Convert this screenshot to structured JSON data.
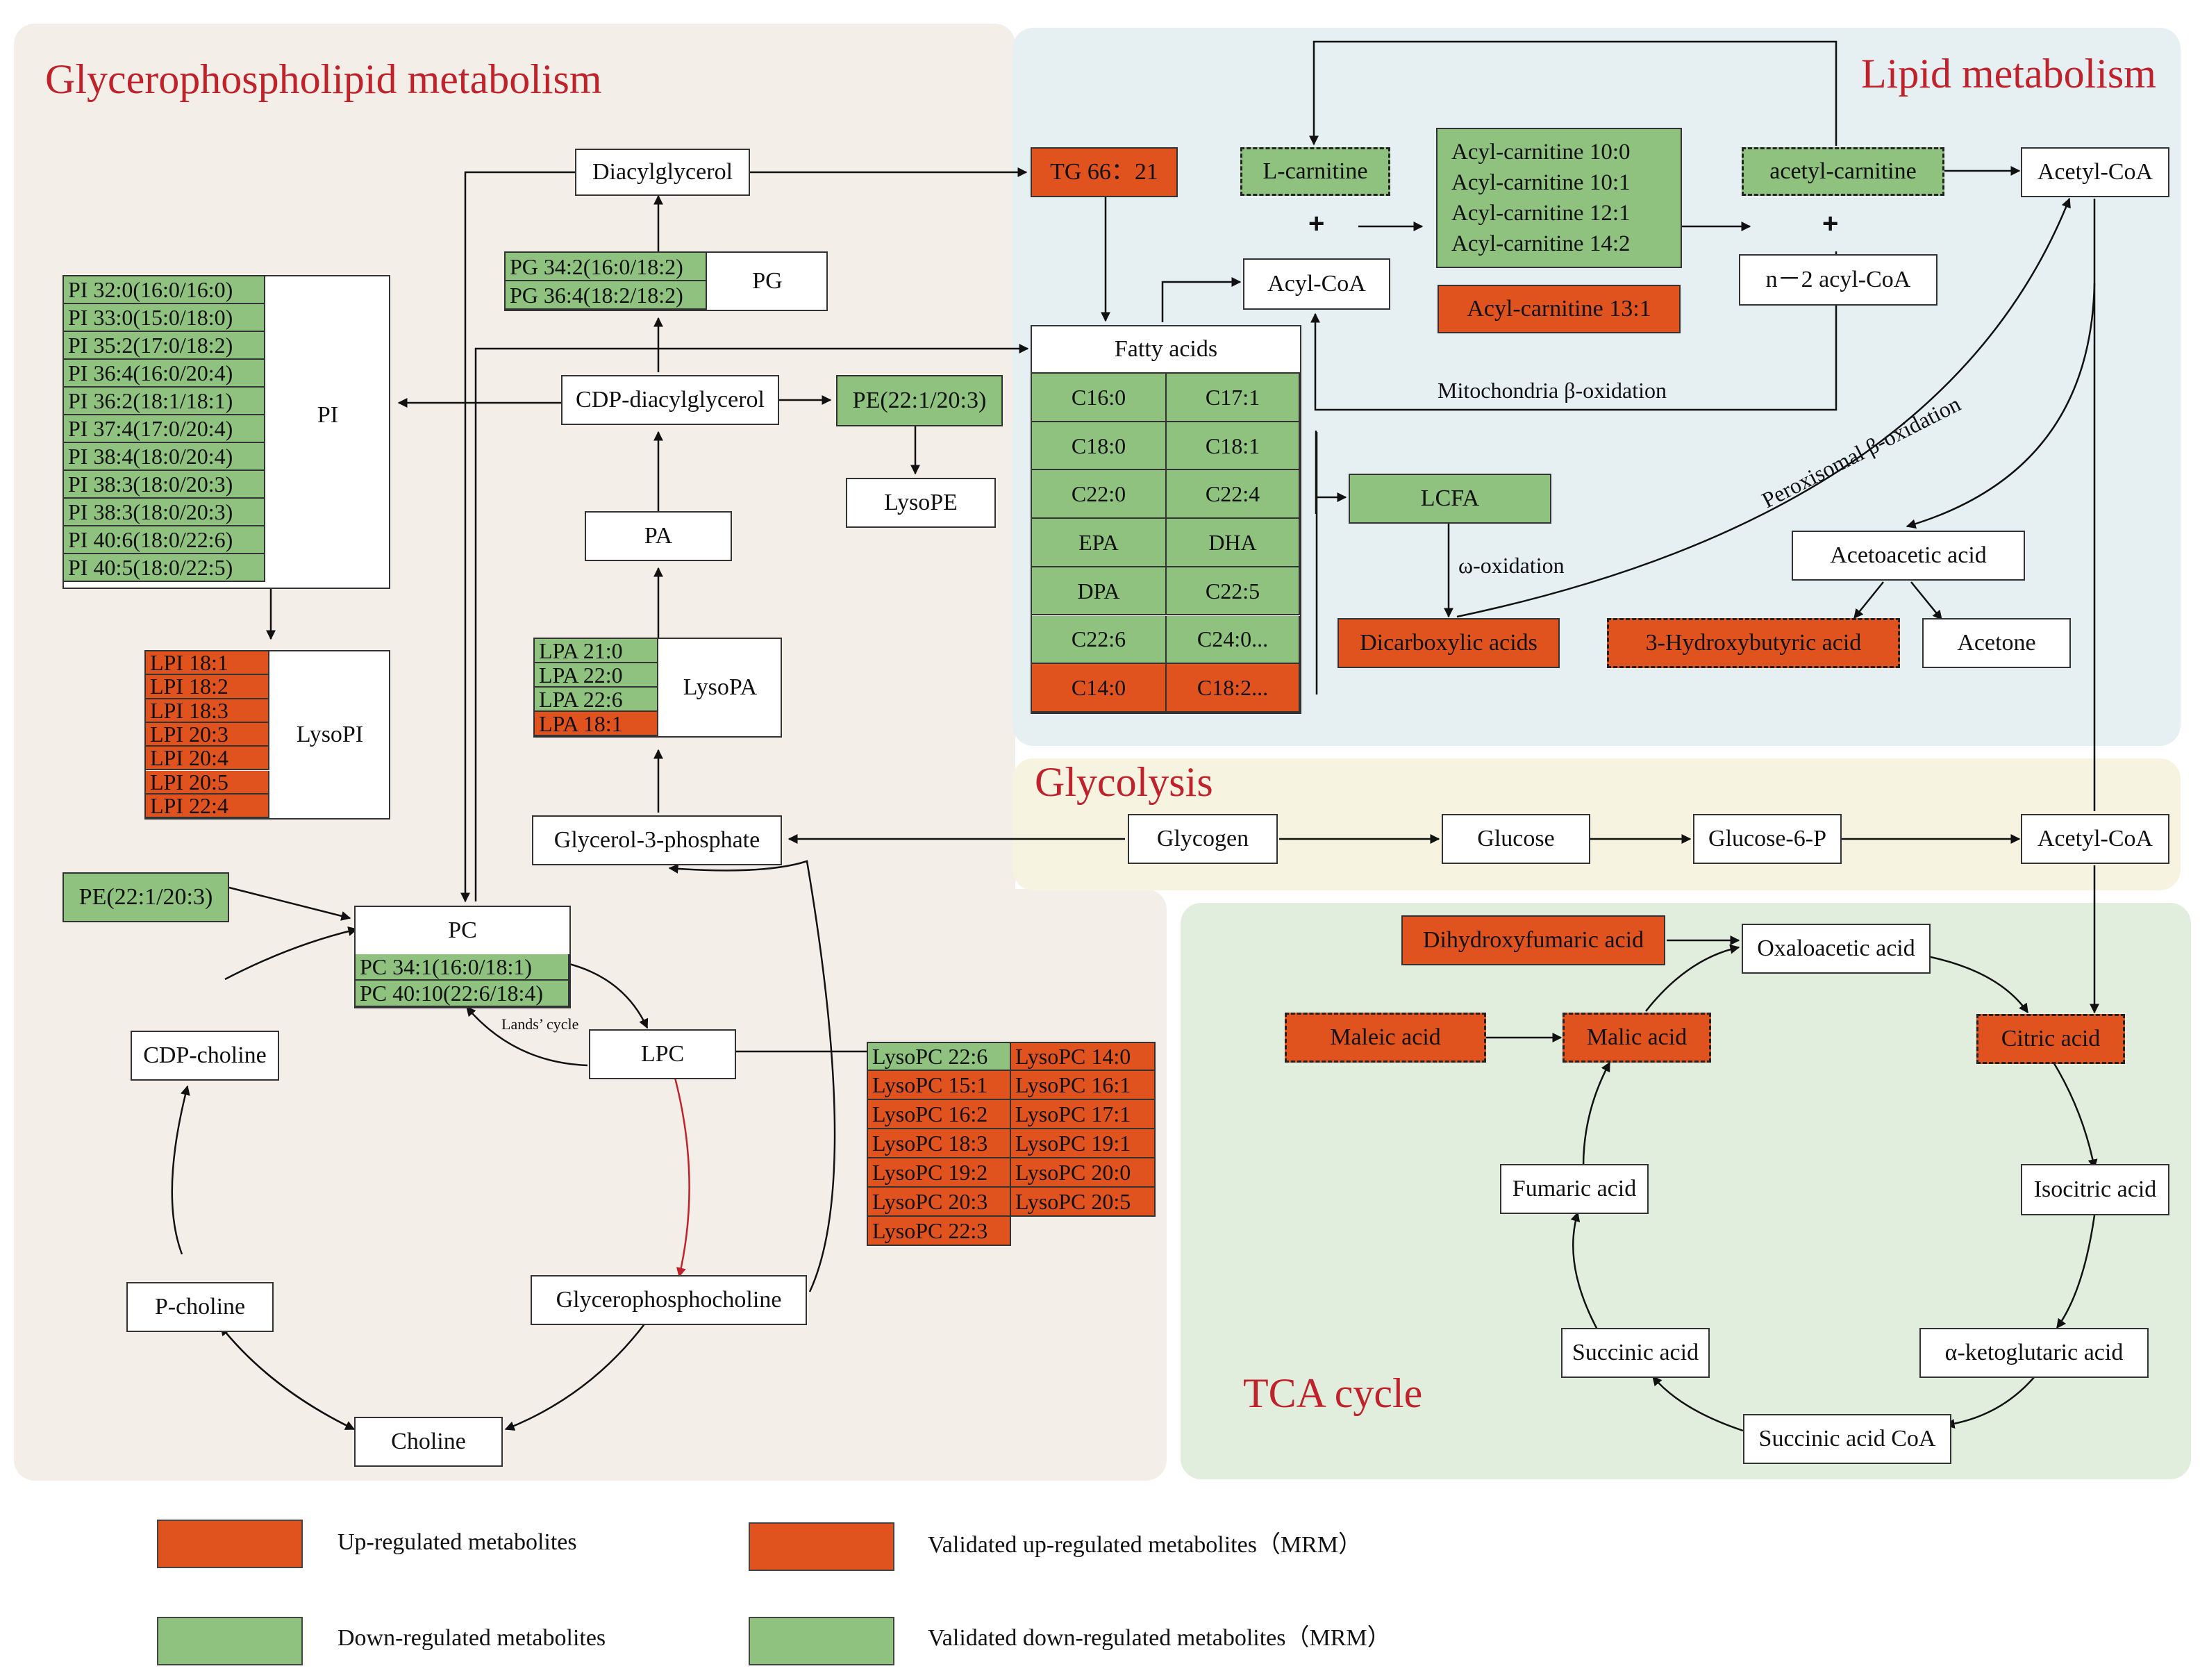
{
  "colors": {
    "up": "#e0531f",
    "down": "#8fc17f",
    "region_glycero": "#f3efe8",
    "region_lipid": "#e6eff1",
    "region_glycolysis": "#f6f4e0",
    "region_tca": "#e1eedd",
    "title": "#c0222b"
  },
  "regions": {
    "glycero": "Glycerophospholipid metabolism",
    "lipid": "Lipid metabolism",
    "glycolysis": "Glycolysis",
    "tca": "TCA cycle"
  },
  "nodes": {
    "diacylglycerol": "Diacylglycerol",
    "pg": "PG",
    "cdp_dag": "CDP-diacylglycerol",
    "pe_top": "PE(22:1/20:3)",
    "lysope": "LysoPE",
    "pa": "PA",
    "lysopa": "LysoPA",
    "glycerol3p": "Glycerol-3-phosphate",
    "pi": "PI",
    "lysopi": "LysoPI",
    "pe_left": "PE(22:1/20:3)",
    "pc": "PC",
    "cdp_choline": "CDP-choline",
    "lpc": "LPC",
    "p_choline": "P-choline",
    "gpc": "Glycerophosphocholine",
    "choline": "Choline",
    "lands_cycle": "Lands’ cycle",
    "tg": "TG 66：21",
    "l_carnitine": "L-carnitine",
    "acetyl_carnitine": "acetyl-carnitine",
    "acetyl_coa_top": "Acetyl-CoA",
    "acyl_coa": "Acyl-CoA",
    "n2_acyl_coa": "n－2 acyl-CoA",
    "acyl_carnitine_131": "Acyl-carnitine 13:1",
    "fatty_acids": "Fatty acids",
    "mito_beta": "Mitochondria β-oxidation",
    "perox_beta": "Peroxisomal β-oxidation",
    "lcfa": "LCFA",
    "omega_ox": "ω-oxidation",
    "dicarboxylic": "Dicarboxylic acids",
    "acetoacetic": "Acetoacetic acid",
    "hydroxybutyric": "3-Hydroxybutyric acid",
    "acetone": "Acetone",
    "glycogen": "Glycogen",
    "glucose": "Glucose",
    "glucose6p": "Glucose-6-P",
    "acetyl_coa_mid": "Acetyl-CoA",
    "dihydroxyfumaric": "Dihydroxyfumaric acid",
    "oxaloacetic": "Oxaloacetic acid",
    "maleic": "Maleic acid",
    "malic": "Malic acid",
    "citric": "Citric acid",
    "fumaric": "Fumaric acid",
    "isocitric": "Isocitric acid",
    "succinic": "Succinic acid",
    "akg": "α-ketoglutaric acid",
    "succinyl_coa": "Succinic acid CoA"
  },
  "pg_items": [
    "PG 34:2(16:0/18:2)",
    "PG 36:4(18:2/18:2)"
  ],
  "pi_items": [
    "PI 32:0(16:0/16:0)",
    "PI 33:0(15:0/18:0)",
    "PI 35:2(17:0/18:2)",
    "PI 36:4(16:0/20:4)",
    "PI 36:2(18:1/18:1)",
    "PI 37:4(17:0/20:4)",
    "PI 38:4(18:0/20:4)",
    "PI 38:3(18:0/20:3)",
    "PI 38:3(18:0/20:3)",
    "PI 40:6(18:0/22:6)",
    "PI 40:5(18:0/22:5)"
  ],
  "lpi_items": [
    "LPI 18:1",
    "LPI 18:2",
    "LPI 18:3",
    "LPI 20:3",
    "LPI 20:4",
    "LPI 20:5",
    "LPI 22:4"
  ],
  "lpa_items": [
    {
      "label": "LPA 21:0",
      "reg": "down"
    },
    {
      "label": "LPA 22:0",
      "reg": "down"
    },
    {
      "label": "LPA 22:6",
      "reg": "down"
    },
    {
      "label": "LPA 18:1",
      "reg": "up"
    }
  ],
  "pc_items": [
    "PC 34:1(16:0/18:1)",
    "PC 40:10(22:6/18:4)"
  ],
  "acyl_carnitine_items": [
    "Acyl-carnitine 10:0",
    "Acyl-carnitine 10:1",
    "Acyl-carnitine 12:1",
    "Acyl-carnitine 14:2"
  ],
  "fatty_acid_grid": [
    {
      "a": "C16:0",
      "b": "C17:1",
      "reg": "down"
    },
    {
      "a": "C18:0",
      "b": "C18:1",
      "reg": "down"
    },
    {
      "a": "C22:0",
      "b": "C22:4",
      "reg": "down"
    },
    {
      "a": "EPA",
      "b": "DHA",
      "reg": "down"
    },
    {
      "a": "DPA",
      "b": "C22:5",
      "reg": "down"
    },
    {
      "a": "C22:6",
      "b": "C24:0...",
      "reg": "down"
    },
    {
      "a": "C14:0",
      "b": "C18:2...",
      "reg": "up"
    }
  ],
  "lysopc_grid": [
    {
      "a": "LysoPC 22:6",
      "ra": "down",
      "b": "LysoPC 14:0",
      "rb": "up"
    },
    {
      "a": "LysoPC 15:1",
      "ra": "up",
      "b": "LysoPC 16:1",
      "rb": "up"
    },
    {
      "a": "LysoPC 16:2",
      "ra": "up",
      "b": "LysoPC 17:1",
      "rb": "up"
    },
    {
      "a": "LysoPC 18:3",
      "ra": "up",
      "b": "LysoPC 19:1",
      "rb": "up"
    },
    {
      "a": "LysoPC 19:2",
      "ra": "up",
      "b": "LysoPC 20:0",
      "rb": "up"
    },
    {
      "a": "LysoPC 20:3",
      "ra": "up",
      "b": "LysoPC 20:5",
      "rb": "up"
    },
    {
      "a": "LysoPC 22:3",
      "ra": "up",
      "b": "",
      "rb": "none"
    }
  ],
  "legend": {
    "up": "Up-regulated metabolites",
    "down": "Down-regulated metabolites",
    "val_up": "Validated up-regulated metabolites（MRM）",
    "val_down": "Validated down-regulated metabolites（MRM）"
  }
}
